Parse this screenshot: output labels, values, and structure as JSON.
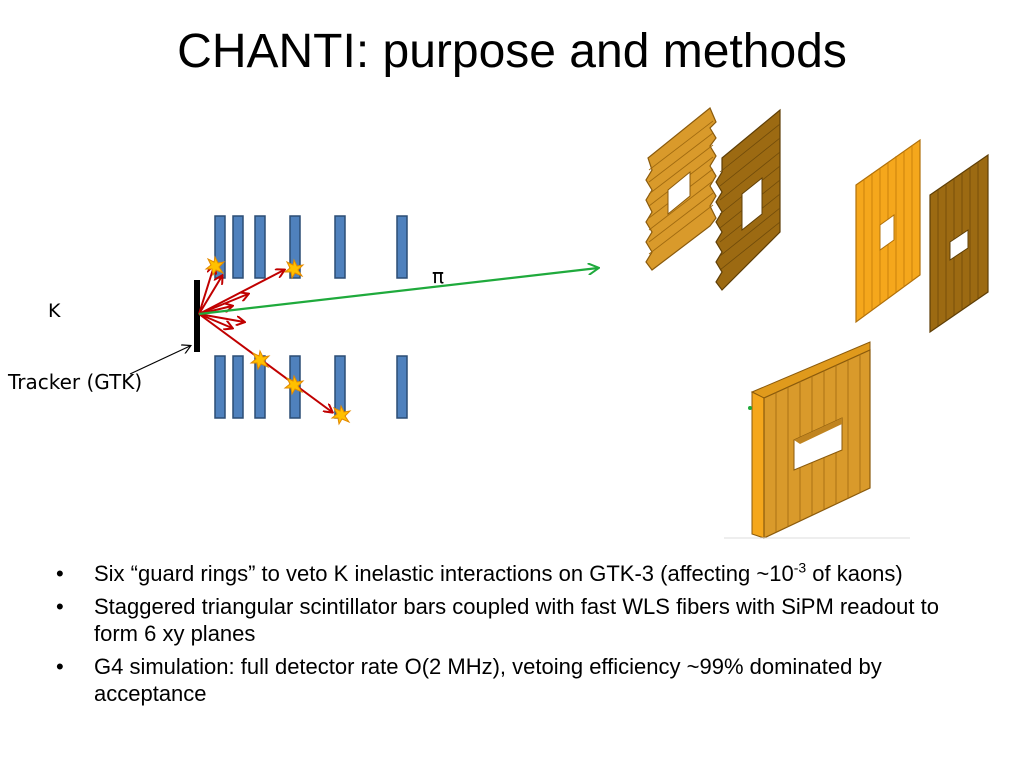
{
  "slide": {
    "title": "CHANTI: purpose and methods",
    "diagram": {
      "label_pi": "π",
      "label_k": "K",
      "label_tracker": "Tracker (GTK)"
    },
    "bullets": [
      {
        "marker": "•",
        "text_before": "Six “guard rings” to veto K inelastic interactions on GTK-3 (affecting ",
        "approx": "~",
        "value": "10",
        "exponent": "-3",
        "text_after": " of kaons)"
      },
      {
        "marker": "•",
        "text": "Staggered triangular scintillator bars coupled with fast WLS fibers with SiPM readout to form 6 xy planes"
      },
      {
        "marker": "•",
        "text_before": "G4 simulation: full detector rate O(2 MHz), vetoing efficiency ",
        "approx": "~",
        "text_after": "99% dominated by acceptance"
      }
    ],
    "colors": {
      "ring_fill": "#4f81bd",
      "ring_stroke": "#2c4d75",
      "arrow_red": "#c00000",
      "arrow_green": "#1faa3c",
      "flash": "#ffc000",
      "plane_orange": "#f5a71c",
      "plane_brown": "#9c6a12",
      "plane_gold": "#d99a2b"
    }
  }
}
